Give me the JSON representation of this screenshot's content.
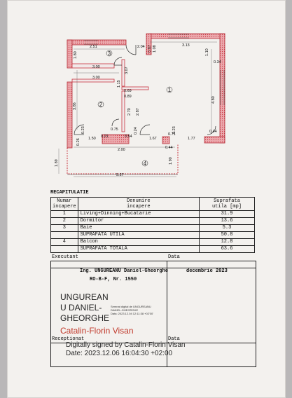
{
  "plan": {
    "rooms": [
      "1",
      "2",
      "3",
      "4"
    ],
    "dims": {
      "d251": "2.51",
      "d204": "2.04",
      "d313": "3.13",
      "d180": "1.80",
      "d300a": "3.00",
      "d300b": "3.00",
      "d307": "3.07",
      "d108": "1.08",
      "d067": "0.67",
      "d110": "1.10",
      "d034": "0.34",
      "d115": "1.15",
      "d069": "0.69",
      "d089": "0.89",
      "d386": "3.86",
      "d270": "2.70",
      "d287": "2.87",
      "d480": "4.80",
      "d075": "0.75",
      "d021": "0.21",
      "d054": "0.54",
      "d071": "0.71",
      "d023a": "0.23",
      "d023b": "0.23",
      "d044a": "0.44",
      "d024": "0.24",
      "d026": "0.26",
      "d150": "1.50",
      "d200": "2.00",
      "d167": "1.67",
      "d177": "1.77",
      "d044b": "0.44",
      "d189": "1.89",
      "d190": "1.90",
      "d527": "5.27"
    }
  },
  "table": {
    "title": "RECAPITULATIE",
    "headers": [
      "Numar\nincapere",
      "Denumire\nincapere",
      "Suprafata\nutila [mp]"
    ],
    "rows": [
      {
        "num": "1",
        "name": "Living+Dinning+Bucatarie",
        "area": "31.9"
      },
      {
        "num": "2",
        "name": "Dormitor",
        "area": "13.6"
      },
      {
        "num": "3",
        "name": "Baie",
        "area": "5.3"
      },
      {
        "num": "",
        "name": "SUPRAFATA UTILA",
        "area": "50.8"
      },
      {
        "num": "4",
        "name": "Balcon",
        "area": "12.8"
      },
      {
        "num": "",
        "name": "SUPRAFATA TOTALA",
        "area": "63.6"
      }
    ]
  },
  "footer": {
    "executant": "Executant",
    "data_label": "Data",
    "engineer": "Ing. UNGUREANU Daniel-Gheorghe",
    "license": "RO-B-F, Nr. 1550",
    "date": "decembrie 2023",
    "sig1_l1": "UNGUREAN",
    "sig1_l2": "U DANIEL-",
    "sig1_l3": "GHEORGHE",
    "sig1_small1": "Semnat digital de UNGUREANU",
    "sig1_small2": "DANIEL-GHEORGHE",
    "sig1_small3": "Data: 2023.12.04 12:11:38 +02'00'",
    "sig2_name": "Catalin-Florin Visan",
    "receptionat": "Receptionat",
    "data_label2": "Data",
    "sig2_l1": "Digitally signed by Catalin-Florin Visan",
    "sig2_l2": "Date: 2023.12.06 16:04:30 +02:00"
  },
  "colors": {
    "wall": "#e9a7ab",
    "wall_edge": "#c9343f",
    "sig_red": "#c0392b"
  }
}
